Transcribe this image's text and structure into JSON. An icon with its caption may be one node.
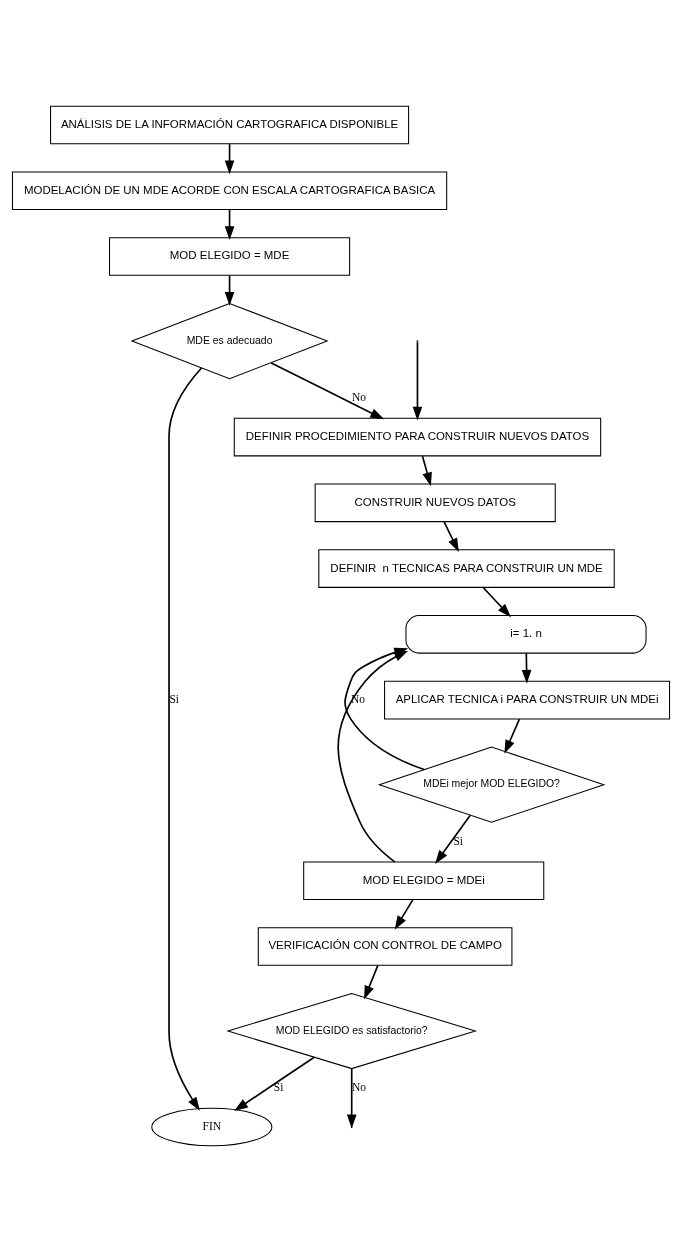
{
  "diagram": {
    "nodes": [
      {
        "text": [
          "ANÁLISIS DE LA INFORMACIÓN CARTOGRAFICA DISPONIBLE"
        ]
      },
      {
        "text": [
          "MODELACIÓN DE UN MDE ACORDE CON ESCALA CARTOGRAFICA BASICA"
        ]
      },
      {
        "text": [
          "MOD ELEGIDO = MDE"
        ]
      },
      {
        "text": [
          "MDE es adecuado"
        ]
      },
      {
        "text": [
          "DEFINIR PROCEDIMIENTO PARA CONSTRUIR NUEVOS DATOS"
        ]
      },
      {
        "text": [
          "CONSTRUIR NUEVOS DATOS"
        ]
      },
      {
        "text": [
          "DEFINIR  n TECNICAS PARA CONSTRUIR UN MDE"
        ]
      },
      {
        "text": [
          "i= 1. n"
        ]
      },
      {
        "text": [
          "APLICAR TECNICA i PARA CONSTRUIR UN MDEi"
        ]
      },
      {
        "text": [
          "MDEi mejor MOD ELEGIDO?"
        ]
      },
      {
        "text": [
          "MOD ELEGIDO = MDEi"
        ]
      },
      {
        "text": [
          "VERIFICACIÓN CON CONTROL DE CAMPO"
        ]
      },
      {
        "text": [
          "MOD ELEGIDO es satisfactorio?"
        ]
      },
      {
        "text": [
          "FIN"
        ]
      }
    ],
    "edges": [
      {
        "from": 0,
        "to": 1,
        "arrow": "to"
      },
      {
        "from": 1,
        "to": 2,
        "arrow": "to"
      },
      {
        "from": 2,
        "to": 3,
        "arrow": "to"
      },
      {
        "from": 3,
        "to": 13,
        "arrow": "to",
        "label": "Si"
      },
      {
        "from": 3,
        "to": 4,
        "arrow": "to",
        "label": "No"
      },
      {
        "from": 4,
        "to": 5,
        "arrow": "to"
      },
      {
        "from": 5,
        "to": 6,
        "arrow": "to"
      },
      {
        "from": 6,
        "to": 7,
        "arrow": "to"
      },
      {
        "from": 7,
        "to": 8,
        "arrow": "to"
      },
      {
        "from": 8,
        "to": 9,
        "arrow": "to"
      },
      {
        "from": 9,
        "to": 7,
        "arrow": "to",
        "label": "No"
      },
      {
        "from": 9,
        "to": 10,
        "arrow": "to",
        "label": "Si"
      },
      {
        "from": 10,
        "to": 7,
        "arrow": "to"
      },
      {
        "from": 10,
        "to": 11,
        "arrow": "to"
      },
      {
        "from": 11,
        "to": 12,
        "arrow": "to"
      },
      {
        "from": 12,
        "to": null,
        "arrow": "to",
        "label": "No"
      },
      {
        "from": null,
        "to": 4,
        "arrow": "to"
      },
      {
        "from": 12,
        "to": 13,
        "arrow": "to",
        "label": "Si"
      }
    ]
  }
}
